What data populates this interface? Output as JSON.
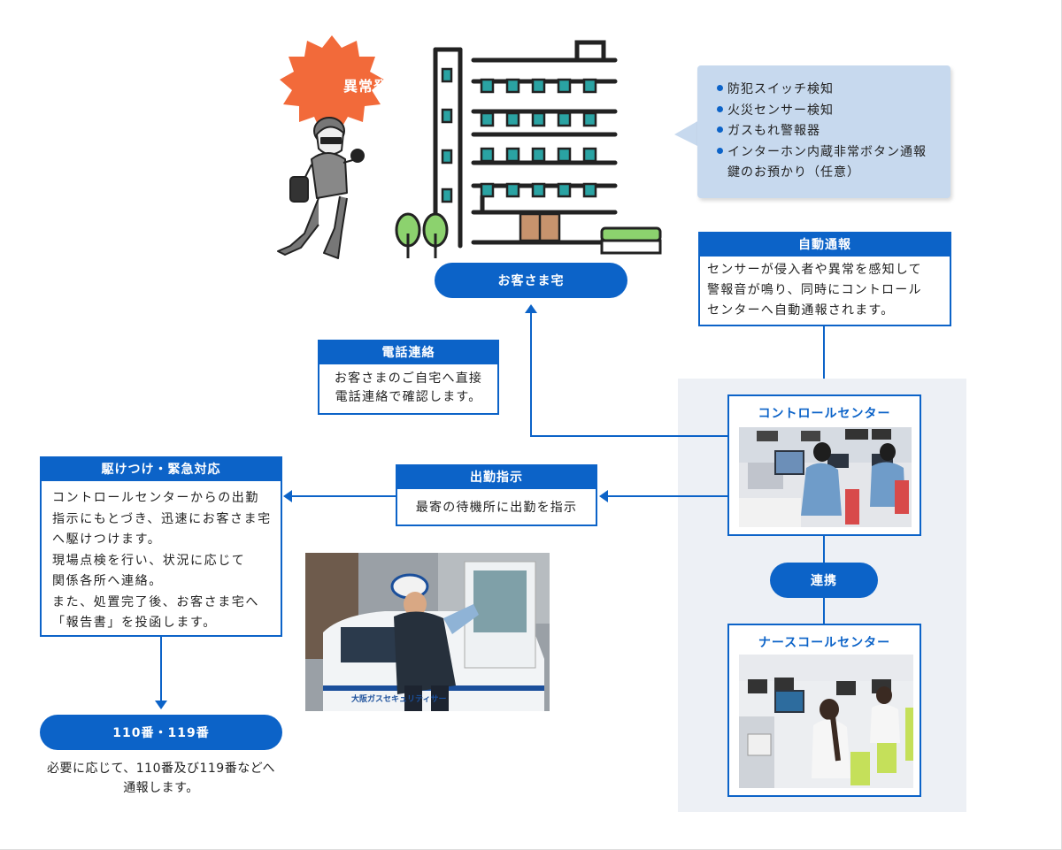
{
  "alert": {
    "label": "異常発生"
  },
  "house": {
    "label": "お客さま宅"
  },
  "sensors": {
    "items": [
      "防犯スイッチ検知",
      "火災センサー検知",
      "ガスもれ警報器",
      "インターホン内蔵非常ボタン通報"
    ],
    "extra": "鍵のお預かり（任意）"
  },
  "auto_report": {
    "title": "自動通報",
    "lines": [
      "センサーが侵入者や異常を感知して",
      "警報音が鳴り、同時にコントロール",
      "センターへ自動通報されます。"
    ]
  },
  "phone_contact": {
    "title": "電話連絡",
    "lines": [
      "お客さまのご自宅へ直接",
      "電話連絡で確認します。"
    ]
  },
  "control_center": {
    "title": "コントロールセンター"
  },
  "cooperation": {
    "label": "連携"
  },
  "nurse_center": {
    "title": "ナースコールセンター"
  },
  "dispatch": {
    "title": "出勤指示",
    "body": "最寄の待機所に出勤を指示"
  },
  "rush": {
    "title": "駆けつけ・緊急対応",
    "lines": [
      "コントロールセンターからの出勤",
      "指示にもとづき、迅速にお客さま宅",
      "へ駆けつけます。",
      "現場点検を行い、状況に応じて",
      "関係各所へ連絡。",
      "また、処置完了後、お客さま宅へ",
      "「報告書」を投函します。"
    ]
  },
  "emergency": {
    "label": "110番・119番",
    "lines": [
      "必要に応じて、110番及び119番などへ",
      "通報します。"
    ]
  },
  "vehicle_text": "大阪ガスセキュリティサー",
  "colors": {
    "primary": "#0c63c8",
    "alert": "#f26a3a",
    "bubble": "#c7d9ee",
    "panel": "#edf0f5",
    "tree": "#8cd26e"
  }
}
